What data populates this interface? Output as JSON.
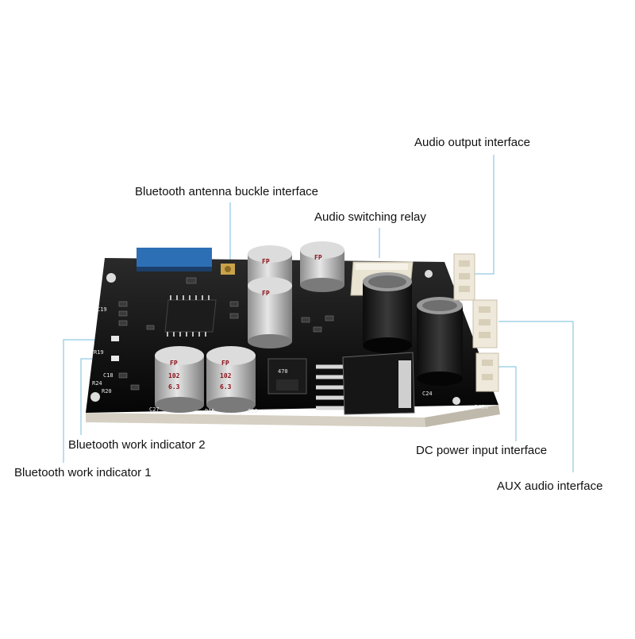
{
  "labels": {
    "audio_output_interface": "Audio output interface",
    "bluetooth_antenna_buckle_interface": "Bluetooth antenna buckle interface",
    "audio_switching_relay": "Audio switching relay",
    "bluetooth_work_indicator_2": "Bluetooth work indicator 2",
    "bluetooth_work_indicator_1": "Bluetooth work indicator 1",
    "dc_power_input_interface": "DC power input interface",
    "aux_audio_interface": "AUX audio interface"
  },
  "silkscreen": {
    "inductor_marking": "470",
    "cap_text_line1": "FP",
    "cap_text_line2": "102",
    "cap_text_line3": "6.3",
    "c27": "C27",
    "r15": "R15",
    "c26": "C26",
    "c24": "C24",
    "r19": "R19",
    "r24": "R24",
    "c18": "C18",
    "r20": "R20",
    "dcin": "DCIN",
    "c19": "C19"
  },
  "colors": {
    "callout_line": "#8fc9e3",
    "pcb": "#111111",
    "cap_body": "#c9c9c9",
    "cap_top": "#b3202e",
    "connector": "#efe9dc"
  }
}
